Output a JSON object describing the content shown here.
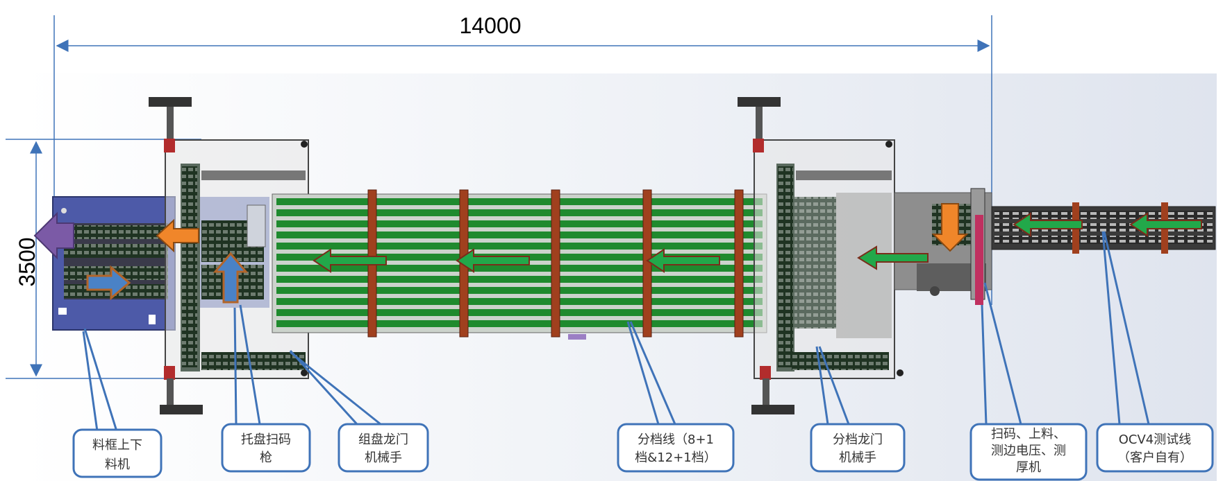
{
  "dimensions": {
    "width_label": "14000",
    "height_label": "3500"
  },
  "callouts": [
    {
      "id": "frame-lift",
      "lines": [
        "料框上下",
        "料机"
      ]
    },
    {
      "id": "tray-scanner",
      "lines": [
        "托盘扫码",
        "枪"
      ]
    },
    {
      "id": "tray-gantry",
      "lines": [
        "组盘龙门",
        "机械手"
      ]
    },
    {
      "id": "sorting-line",
      "lines": [
        "分档线（8+1",
        "档&12+1档）"
      ]
    },
    {
      "id": "sorting-gantry",
      "lines": [
        "分档龙门",
        "机械手"
      ]
    },
    {
      "id": "scan-load",
      "lines": [
        "扫码、上料、",
        "测边电压、测",
        "厚机"
      ]
    },
    {
      "id": "ocv4",
      "lines": [
        "OCV4测试线",
        "（客户自有）"
      ]
    }
  ],
  "colors": {
    "conveyor_green": "#1f8a2e",
    "crossbar": "#a0401e",
    "flow_arrow_green": "#22a84a",
    "flow_arrow_orange": "#f0862a",
    "flow_arrow_blue": "#4a82c6",
    "flow_arrow_purple": "#7b5aa6",
    "callout_border": "#3f73b8",
    "loader_blue": "#4d5aa8",
    "dimension_line": "#3f73b8"
  }
}
